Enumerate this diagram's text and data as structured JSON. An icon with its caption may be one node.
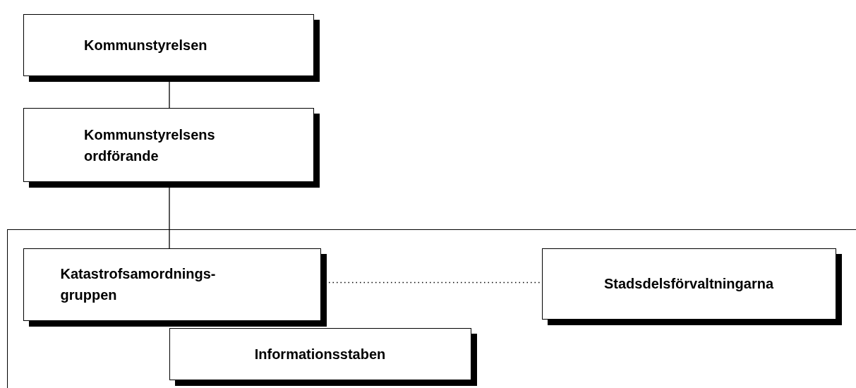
{
  "diagram": {
    "nodes": [
      {
        "text": [
          "Kommunstyrelsen"
        ]
      },
      {
        "text": [
          "Kommunstyrelsens ordförande"
        ]
      },
      {
        "text": [],
        "shape": "box"
      },
      {
        "text": [
          "Katastrofsamordnings-gruppen"
        ],
        "in": 2
      },
      {
        "text": [
          "Informationsstaben"
        ],
        "in": 2
      },
      {
        "text": [
          "Stadsdelsförvaltningarna"
        ],
        "in": 2
      }
    ],
    "edges": [
      {
        "from": 0,
        "to": 1,
        "arrow": "none"
      },
      {
        "from": 1,
        "to": 3,
        "arrow": "none"
      },
      {
        "from": 3,
        "to": 5,
        "arrow": "none",
        "style": "dashed"
      }
    ]
  }
}
